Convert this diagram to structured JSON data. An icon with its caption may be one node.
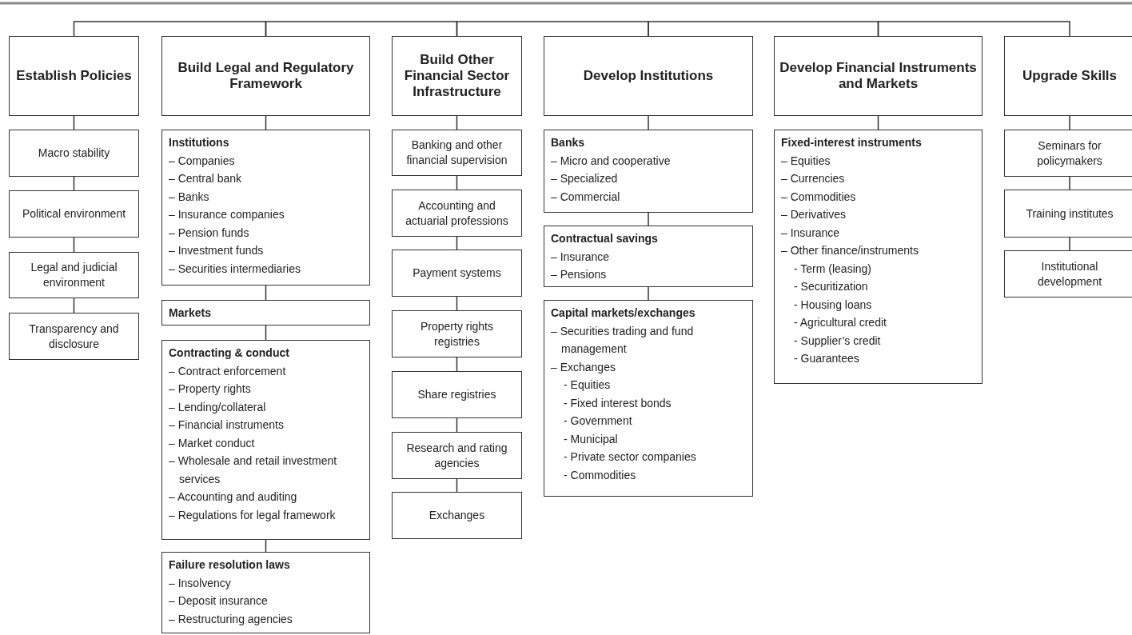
{
  "diagram": {
    "nodes": [
      {
        "text": [
          "Establish Policies"
        ]
      },
      {
        "text": [
          "Macro stability"
        ]
      },
      {
        "text": [
          "Political environment"
        ]
      },
      {
        "text": [
          "Legal and judicial environment"
        ]
      },
      {
        "text": [
          "Transparency and disclosure"
        ]
      },
      {
        "text": [
          "Build Legal and Regulatory Framework"
        ]
      },
      {
        "text": [
          "Institutions",
          "– Companies",
          "– Central bank",
          "– Banks",
          "– Insurance companies",
          "– Pension funds",
          "– Investment funds",
          "– Securities intermediaries"
        ]
      },
      {
        "text": [
          "Markets"
        ]
      },
      {
        "text": [
          "Contracting & conduct",
          "– Contract enforcement",
          "– Property rights",
          "– Lending/collateral",
          "– Financial instruments",
          "– Market conduct",
          "– Wholesale and retail investment services",
          "– Accounting and auditing",
          "– Regulations for legal framework"
        ]
      },
      {
        "text": [
          "Failure resolution laws",
          "– Insolvency",
          "– Deposit insurance",
          "– Restructuring agencies"
        ]
      },
      {
        "text": [
          "Build Other Financial Sector Infrastructure"
        ]
      },
      {
        "text": [
          "Banking and other financial supervision"
        ]
      },
      {
        "text": [
          "Accounting and actuarial professions"
        ]
      },
      {
        "text": [
          "Payment systems"
        ]
      },
      {
        "text": [
          "Property rights registries"
        ]
      },
      {
        "text": [
          "Share registries"
        ]
      },
      {
        "text": [
          "Research and rating agencies"
        ]
      },
      {
        "text": [
          "Exchanges"
        ]
      },
      {
        "text": [
          "Develop Institutions"
        ]
      },
      {
        "text": [
          "Banks",
          "– Micro and cooperative",
          "– Specialized",
          "– Commercial"
        ]
      },
      {
        "text": [
          "Contractual savings",
          "– Insurance",
          "– Pensions"
        ]
      },
      {
        "text": [
          "Capital markets/exchanges",
          "– Securities trading and fund management",
          "– Exchanges",
          "- Equities",
          "- Fixed interest bonds",
          "- Government",
          "- Municipal",
          "- Private sector companies",
          "- Commodities"
        ]
      },
      {
        "text": [
          "Develop Financial Instruments and Markets"
        ]
      },
      {
        "text": [
          "Fixed-interest instruments",
          "– Equities",
          "– Currencies",
          "– Commodities",
          "– Derivatives",
          "– Insurance",
          "– Other finance/instruments",
          "- Term (leasing)",
          "- Securitization",
          "- Housing loans",
          "- Agricultural credit",
          "- Supplier’s credit",
          "- Guarantees"
        ]
      },
      {
        "text": [
          "Upgrade Skills"
        ]
      },
      {
        "text": [
          "Seminars for policymakers"
        ]
      },
      {
        "text": [
          "Training institutes"
        ]
      },
      {
        "text": [
          "Institutional development"
        ]
      }
    ],
    "edges": [
      {
        "from": 0,
        "to": 5,
        "arrow": "none"
      },
      {
        "from": 5,
        "to": 10,
        "arrow": "none"
      },
      {
        "from": 10,
        "to": 18,
        "arrow": "none"
      },
      {
        "from": 18,
        "to": 22,
        "arrow": "none"
      },
      {
        "from": 22,
        "to": 24,
        "arrow": "none"
      },
      {
        "from": 0,
        "to": 1,
        "arrow": "none"
      },
      {
        "from": 1,
        "to": 2,
        "arrow": "none"
      },
      {
        "from": 2,
        "to": 3,
        "arrow": "none"
      },
      {
        "from": 3,
        "to": 4,
        "arrow": "none"
      },
      {
        "from": 5,
        "to": 6,
        "arrow": "none"
      },
      {
        "from": 6,
        "to": 7,
        "arrow": "none"
      },
      {
        "from": 7,
        "to": 8,
        "arrow": "none"
      },
      {
        "from": 8,
        "to": 9,
        "arrow": "none"
      },
      {
        "from": 10,
        "to": 11,
        "arrow": "none"
      },
      {
        "from": 11,
        "to": 12,
        "arrow": "none"
      },
      {
        "from": 12,
        "to": 13,
        "arrow": "none"
      },
      {
        "from": 13,
        "to": 14,
        "arrow": "none"
      },
      {
        "from": 14,
        "to": 15,
        "arrow": "none"
      },
      {
        "from": 15,
        "to": 16,
        "arrow": "none"
      },
      {
        "from": 16,
        "to": 17,
        "arrow": "none"
      },
      {
        "from": 18,
        "to": 19,
        "arrow": "none"
      },
      {
        "from": 19,
        "to": 20,
        "arrow": "none"
      },
      {
        "from": 20,
        "to": 21,
        "arrow": "none"
      },
      {
        "from": 22,
        "to": 23,
        "arrow": "none"
      },
      {
        "from": 24,
        "to": 25,
        "arrow": "none"
      },
      {
        "from": 25,
        "to": 26,
        "arrow": "none"
      },
      {
        "from": 26,
        "to": 27,
        "arrow": "none"
      }
    ]
  }
}
